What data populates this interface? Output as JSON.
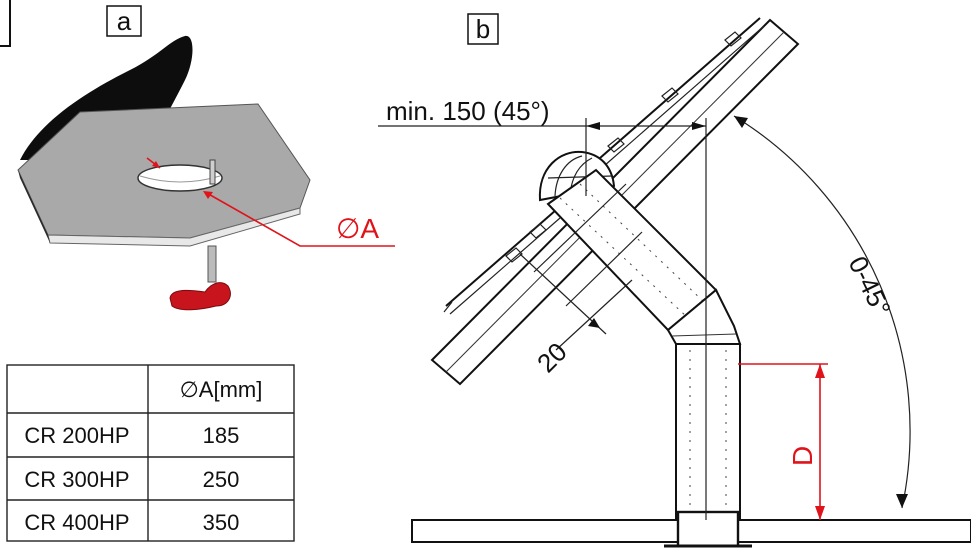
{
  "panels": {
    "a": {
      "label": "a"
    },
    "b": {
      "label": "b"
    }
  },
  "panel_a": {
    "diameter_label": "∅A"
  },
  "table": {
    "header": [
      "",
      "∅A[mm]"
    ],
    "rows": [
      {
        "model": "CR 200HP",
        "value": "185"
      },
      {
        "model": "CR 300HP",
        "value": "250"
      },
      {
        "model": "CR 400HP",
        "value": "350"
      }
    ]
  },
  "panel_b": {
    "min_label": "min. 150 (45°)",
    "dim_20": "20",
    "angle_label": "0-45°",
    "d_label": "D"
  },
  "colors": {
    "dimension_red": "#e0131a",
    "plate_grey": "#a9a9a9",
    "hook_red": "#c8141c"
  }
}
